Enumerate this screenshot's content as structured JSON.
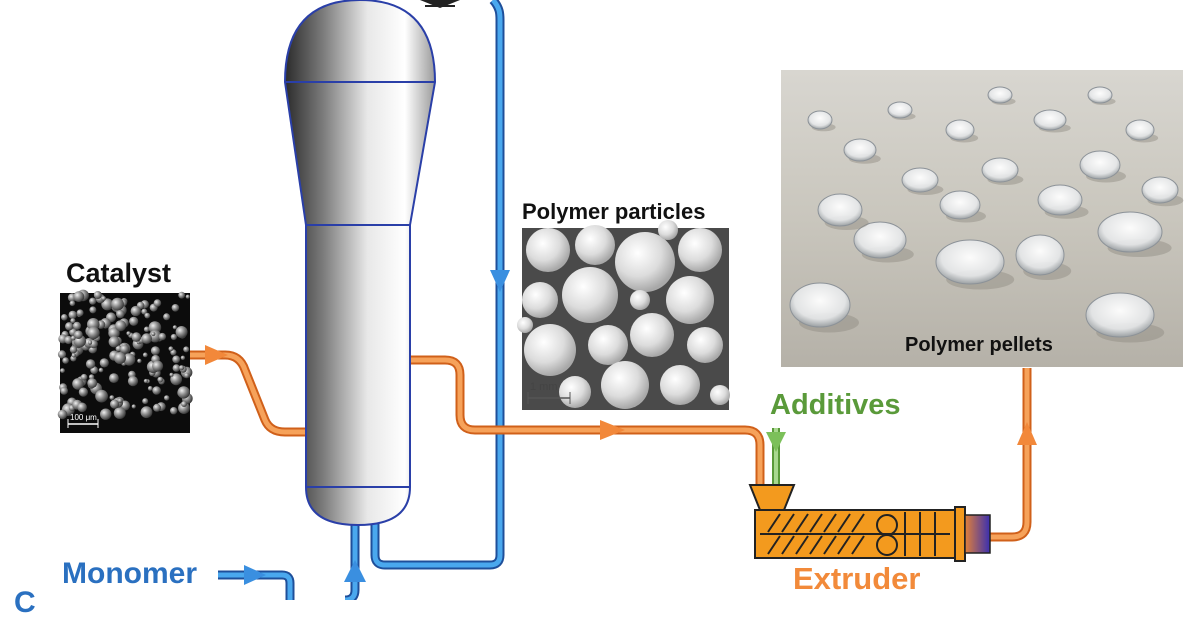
{
  "labels": {
    "catalyst": "Catalyst",
    "polymer_particles": "Polymer particles",
    "polymer_pellets": "Polymer pellets",
    "additives": "Additives",
    "extruder": "Extruder",
    "monomer": "Monomer",
    "scale_catalyst": "100 μm",
    "scale_particles": "1 mm",
    "cut_off_label": "C"
  },
  "colors": {
    "monomer_stream": "#3a9be0",
    "polymer_stream": "#f2883a",
    "additive_stream": "#8cc47a",
    "extruder_body": "#f39a1e",
    "reactor_outline": "#2a3fa8",
    "label_monomer": "#2a70c0",
    "label_additives": "#5a9a3a",
    "label_extruder": "#f28a3a"
  },
  "icons": {
    "reactor": "reactor-vessel-icon",
    "extruder": "extruder-screw-icon"
  }
}
